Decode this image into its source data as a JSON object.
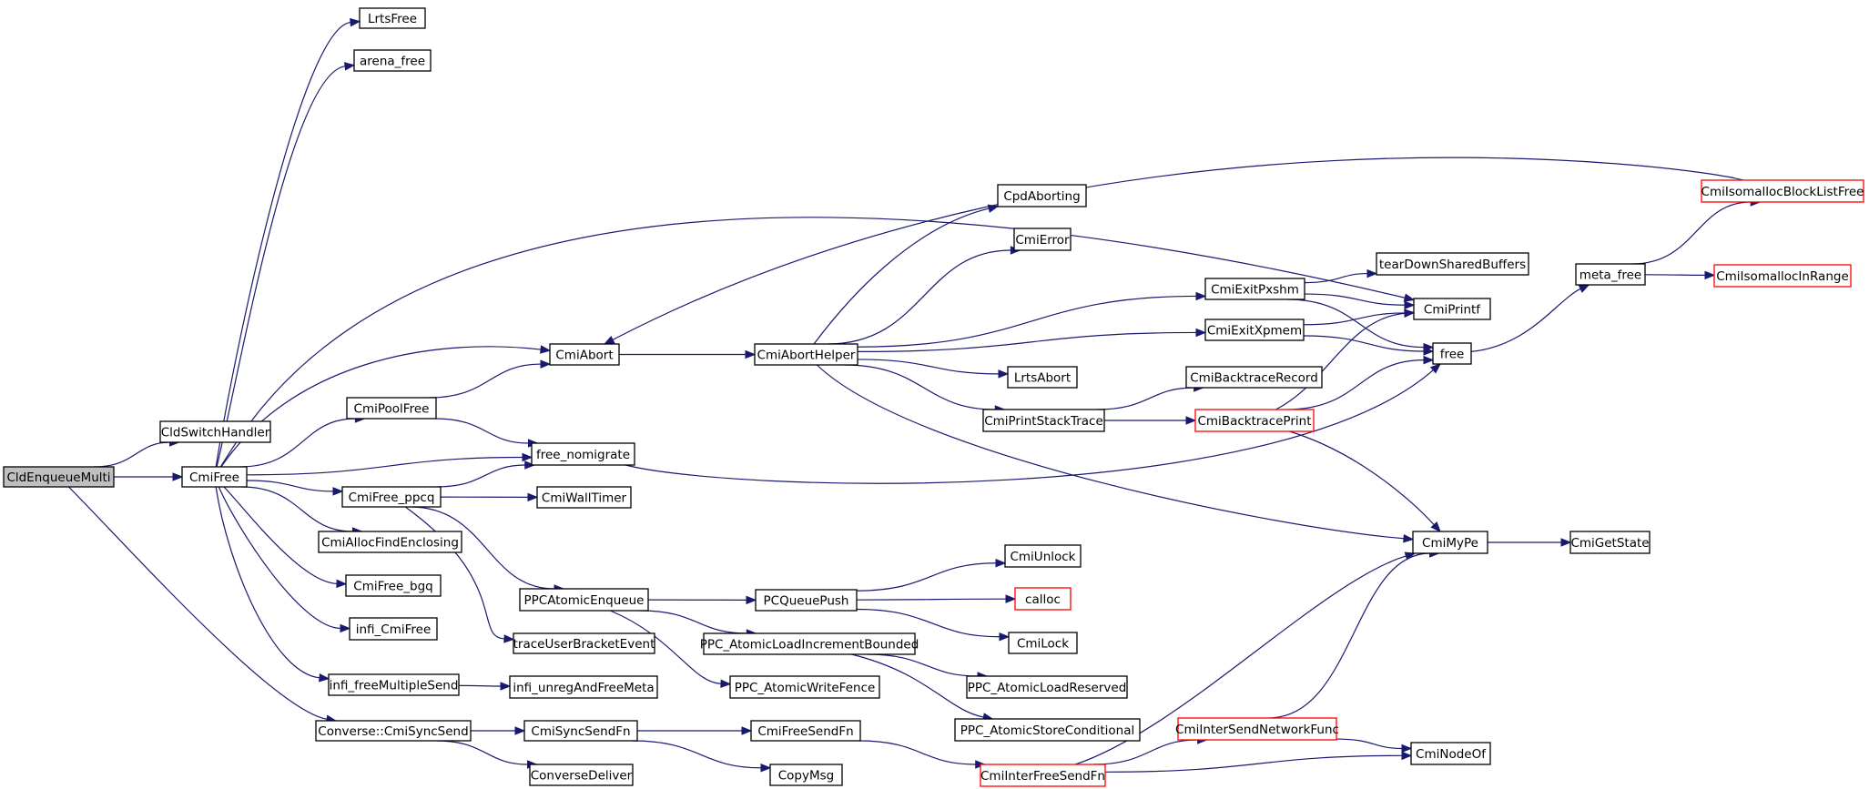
{
  "graph": {
    "nodes": {
      "root": "CldEnqueueMulti",
      "cldswitch": "CldSwitchHandler",
      "cmifree": "CmiFree",
      "lrtsfree": "LrtsFree",
      "arenafree": "arena_free",
      "cmipoolfree": "CmiPoolFree",
      "cmifreeppcq": "CmiFree_ppcq",
      "cmiallocfind": "CmiAllocFindEnclosing",
      "cmifreebgq": "CmiFree_bgq",
      "inficmifree": "infi_CmiFree",
      "infifreemulti": "infi_freeMultipleSend",
      "conversesync": "Converse::CmiSyncSend",
      "cmiabort": "CmiAbort",
      "freenomigrate": "free_nomigrate",
      "cmiwalltimer": "CmiWallTimer",
      "ppcatomicenq": "PPCAtomicEnqueue",
      "traceuser": "traceUserBracketEvent",
      "infiunreg": "infi_unregAndFreeMeta",
      "cmisyncsendfn": "CmiSyncSendFn",
      "conversedeliver": "ConverseDeliver",
      "cmiaborthelper": "CmiAbortHelper",
      "pcqueuepush": "PCQueuePush",
      "ppcloadinc": "PPC_AtomicLoadIncrementBounded",
      "ppcwritefence": "PPC_AtomicWriteFence",
      "cmifreesendfn": "CmiFreeSendFn",
      "copymsg": "CopyMsg",
      "cpdaborting": "CpdAborting",
      "cmierror": "CmiError",
      "lrtsabort": "LrtsAbort",
      "cmiprintstack": "CmiPrintStackTrace",
      "cmiunlock": "CmiUnlock",
      "calloc": "calloc",
      "cmilock": "CmiLock",
      "ppcloadreserved": "PPC_AtomicLoadReserved",
      "ppcstorecond": "PPC_AtomicStoreConditional",
      "cmiinterfreesend": "CmiInterFreeSendFn",
      "cmiexitpxshm": "CmiExitPxshm",
      "cmiexitxpmem": "CmiExitXpmem",
      "cmibtrecord": "CmiBacktraceRecord",
      "cmibtprint": "CmiBacktracePrint",
      "cmiintersendnet": "CmiInterSendNetworkFunc",
      "teardown": "tearDownSharedBuffers",
      "cmiprintf": "CmiPrintf",
      "free": "free",
      "cmimype": "CmiMyPe",
      "cminodeof": "CmiNodeOf",
      "metafree": "meta_free",
      "cmigetstate": "CmiGetState",
      "cmiisoblock": "CmiIsomallocBlockListFree",
      "cmiisoinrange": "CmiIsomallocInRange"
    },
    "red_nodes": [
      "calloc",
      "cmiinterfreesend",
      "cmibtprint",
      "cmiintersendnet",
      "cmiisoblock",
      "cmiisoinrange"
    ],
    "highlighted_node": "root",
    "colors": {
      "edge": "#191970",
      "node_border": "#000000",
      "red_border": "#ff0000",
      "root_fill": "#bfbfbf"
    },
    "edges": [
      [
        "root",
        "cldswitch"
      ],
      [
        "root",
        "cmifree"
      ],
      [
        "root",
        "conversesync"
      ],
      [
        "cmifree",
        "lrtsfree"
      ],
      [
        "cmifree",
        "arenafree"
      ],
      [
        "cmifree",
        "cmipoolfree"
      ],
      [
        "cmifree",
        "cmiabort"
      ],
      [
        "cmifree",
        "freenomigrate"
      ],
      [
        "cmifree",
        "cmifreeppcq"
      ],
      [
        "cmifree",
        "cmiallocfind"
      ],
      [
        "cmifree",
        "cmifreebgq"
      ],
      [
        "cmifree",
        "inficmifree"
      ],
      [
        "cmifree",
        "infifreemulti"
      ],
      [
        "cmifree",
        "cmiprintf"
      ],
      [
        "cmipoolfree",
        "cmiabort"
      ],
      [
        "cmipoolfree",
        "freenomigrate"
      ],
      [
        "cmifreeppcq",
        "freenomigrate"
      ],
      [
        "cmifreeppcq",
        "cmiwalltimer"
      ],
      [
        "cmifreeppcq",
        "ppcatomicenq"
      ],
      [
        "cmifreeppcq",
        "traceuser"
      ],
      [
        "infifreemulti",
        "infiunreg"
      ],
      [
        "conversesync",
        "cmisyncsendfn"
      ],
      [
        "conversesync",
        "conversedeliver"
      ],
      [
        "cmisyncsendfn",
        "cmifreesendfn"
      ],
      [
        "cmisyncsendfn",
        "copymsg"
      ],
      [
        "cmifreesendfn",
        "cmiinterfreesend"
      ],
      [
        "cmiabort",
        "cmiaborthelper"
      ],
      [
        "freenomigrate",
        "free"
      ],
      [
        "ppcatomicenq",
        "pcqueuepush"
      ],
      [
        "ppcatomicenq",
        "ppcloadinc"
      ],
      [
        "ppcatomicenq",
        "ppcwritefence"
      ],
      [
        "pcqueuepush",
        "cmiunlock"
      ],
      [
        "pcqueuepush",
        "calloc"
      ],
      [
        "pcqueuepush",
        "cmilock"
      ],
      [
        "ppcloadinc",
        "ppcloadreserved"
      ],
      [
        "ppcloadinc",
        "ppcstorecond"
      ],
      [
        "cmiaborthelper",
        "cpdaborting"
      ],
      [
        "cmiaborthelper",
        "cmierror"
      ],
      [
        "cmiaborthelper",
        "cmiexitpxshm"
      ],
      [
        "cmiaborthelper",
        "cmiexitxpmem"
      ],
      [
        "cmiaborthelper",
        "lrtsabort"
      ],
      [
        "cmiaborthelper",
        "cmiprintstack"
      ],
      [
        "cmiaborthelper",
        "cmimype"
      ],
      [
        "cmiprintstack",
        "cmibtrecord"
      ],
      [
        "cmiprintstack",
        "cmibtprint"
      ],
      [
        "cmiexitpxshm",
        "teardown"
      ],
      [
        "cmiexitpxshm",
        "cmiprintf"
      ],
      [
        "cmiexitpxshm",
        "free"
      ],
      [
        "cmiexitxpmem",
        "cmiprintf"
      ],
      [
        "cmiexitxpmem",
        "free"
      ],
      [
        "cmibtprint",
        "free"
      ],
      [
        "cmibtprint",
        "cmiprintf"
      ],
      [
        "cmibtprint",
        "cmimype"
      ],
      [
        "cmiinterfreesend",
        "cmiintersendnet"
      ],
      [
        "cmiinterfreesend",
        "cmimype"
      ],
      [
        "cmiinterfreesend",
        "cminodeof"
      ],
      [
        "cmiintersendnet",
        "cminodeof"
      ],
      [
        "cmiintersendnet",
        "cmimype"
      ],
      [
        "free",
        "metafree"
      ],
      [
        "metafree",
        "cmiisoblock"
      ],
      [
        "metafree",
        "cmiisoinrange"
      ],
      [
        "cmiisoblock",
        "cmiabort"
      ],
      [
        "cmimype",
        "cmigetstate"
      ]
    ]
  }
}
